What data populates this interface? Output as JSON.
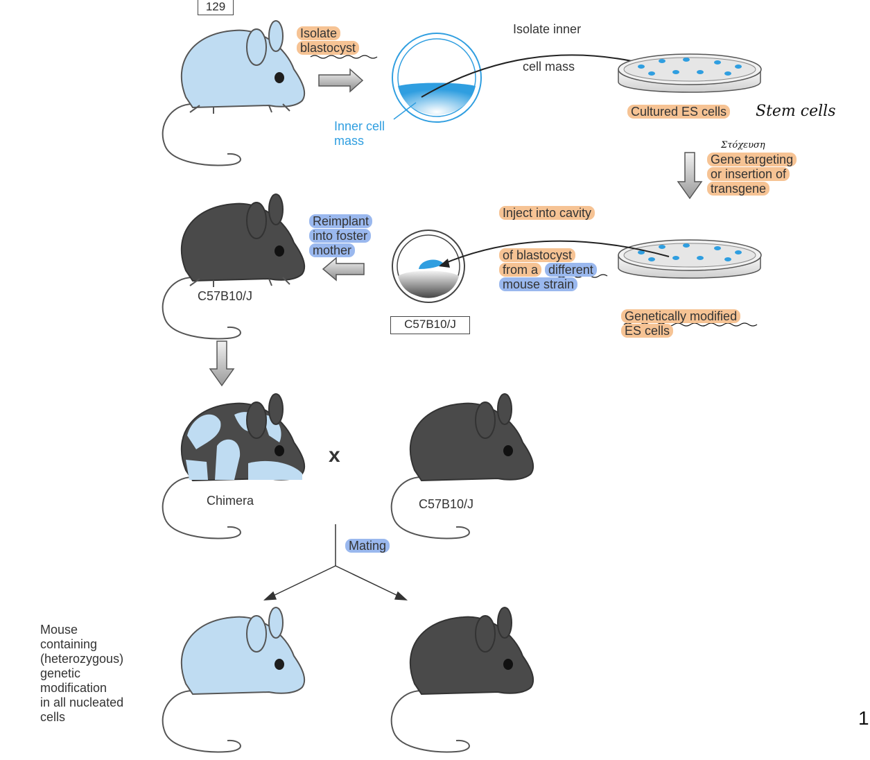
{
  "strain_boxes": {
    "top": "129",
    "middle": "C57B10/J"
  },
  "steps": {
    "isolate_blastocyst": [
      "Isolate",
      "blastocyst"
    ],
    "isolate_icm": [
      "Isolate inner",
      "cell mass"
    ],
    "inner_cell_mass": [
      "Inner cell",
      "mass"
    ],
    "cultured_es": "Cultured ES cells",
    "gene_targeting": [
      "Gene targeting",
      "or insertion of",
      "transgene"
    ],
    "inject": [
      "Inject into cavity",
      "of blastocyst",
      "from a",
      "different",
      "mouse strain"
    ],
    "modified_es": [
      "Genetically modified",
      "ES cells"
    ],
    "reimplant": [
      "Reimplant",
      "into foster",
      "mother"
    ],
    "mating": "Mating",
    "cross": "x"
  },
  "mouse_labels": {
    "c57_middle": "C57B10/J",
    "chimera": "Chimera",
    "c57_cross": "C57B10/J"
  },
  "offspring_note": [
    "Mouse",
    "containing",
    "(heterozygous)",
    "genetic",
    "modification",
    "in all nucleated",
    "cells"
  ],
  "handwritten": {
    "stem_cells": "Stem cells",
    "greek_note": "Στόχευση"
  },
  "page_number": "1",
  "colors": {
    "mouse_129": "#bfdcf2",
    "mouse_c57": "#4a4a4a",
    "highlight_orange": "#f6c394",
    "highlight_blue": "#9ab8ee",
    "icm_blue": "#2f9ee0"
  }
}
